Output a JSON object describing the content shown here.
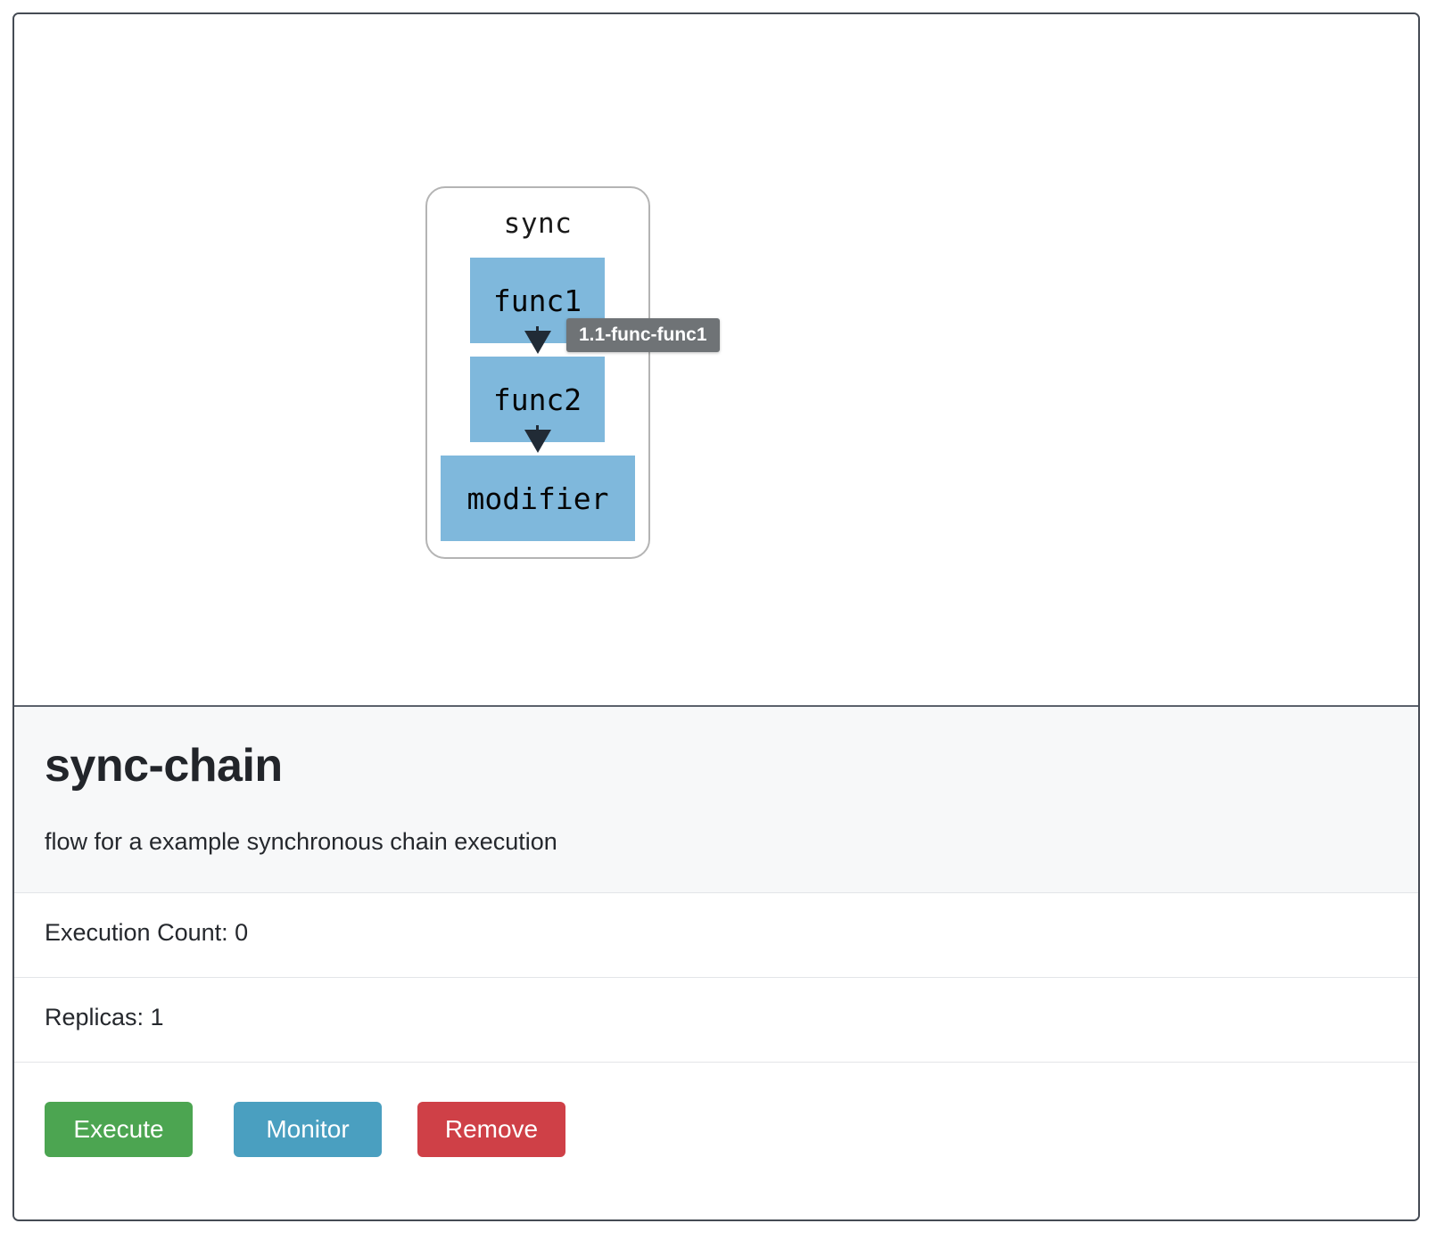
{
  "graph": {
    "cluster_label": "sync",
    "nodes": [
      {
        "id": "func1",
        "label": "func1"
      },
      {
        "id": "func2",
        "label": "func2"
      },
      {
        "id": "modifier",
        "label": "modifier"
      }
    ],
    "edges": [
      {
        "from": "func1",
        "to": "func2"
      },
      {
        "from": "func2",
        "to": "modifier"
      }
    ],
    "tooltip": {
      "text": "1.1-func-func1",
      "background": "#6f7376",
      "color": "#ffffff"
    },
    "node_color": "#7fb8dc",
    "cluster_border_color": "#b4b4b4",
    "arrow_color": "#212b36"
  },
  "info": {
    "title": "sync-chain",
    "subtitle": "flow for a example synchronous chain execution",
    "rows": [
      {
        "label": "Execution Count: 0"
      },
      {
        "label": "Replicas: 1"
      }
    ]
  },
  "actions": {
    "buttons": [
      {
        "id": "execute",
        "label": "Execute",
        "color": "#4ca551"
      },
      {
        "id": "monitor",
        "label": "Monitor",
        "color": "#4a9fc0"
      },
      {
        "id": "remove",
        "label": "Remove",
        "color": "#cf4047"
      }
    ]
  }
}
